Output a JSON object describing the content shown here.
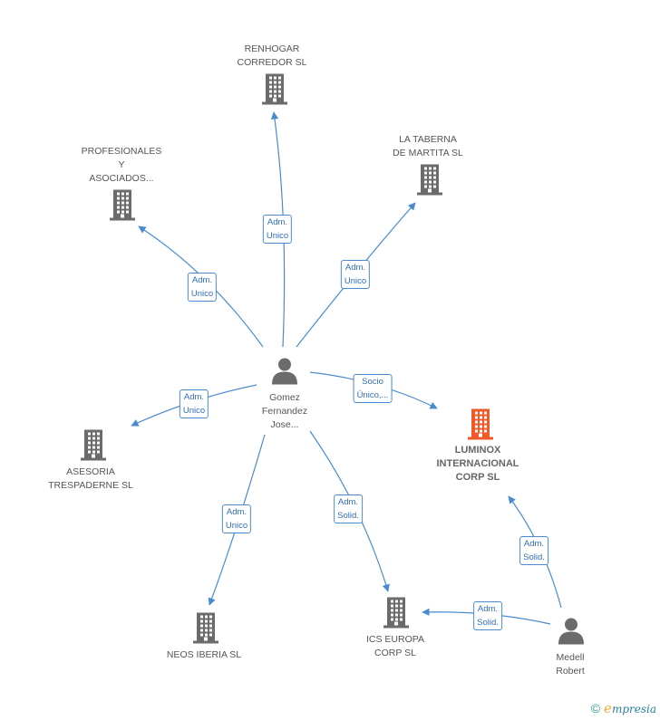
{
  "nodes": {
    "renhogar": {
      "lines": [
        "RENHOGAR",
        "CORREDOR SL"
      ]
    },
    "la_taberna": {
      "lines": [
        "LA TABERNA",
        "DE MARTITA SL"
      ]
    },
    "profesionales": {
      "lines": [
        "PROFESIONALES",
        "Y",
        "ASOCIADOS..."
      ]
    },
    "gomez": {
      "lines": [
        "Gomez",
        "Fernandez",
        "Jose..."
      ]
    },
    "luminox": {
      "lines": [
        "LUMINOX",
        "INTERNACIONAL",
        "CORP SL"
      ]
    },
    "asesoria": {
      "lines": [
        "ASESORIA",
        "TRESPADERNE SL"
      ]
    },
    "neos": {
      "lines": [
        "NEOS IBERIA SL"
      ]
    },
    "ics": {
      "lines": [
        "ICS EUROPA",
        "CORP  SL"
      ]
    },
    "medell": {
      "lines": [
        "Medell",
        "Robert"
      ]
    }
  },
  "edges": {
    "gomez_renhogar": [
      "Adm.",
      "Unico"
    ],
    "gomez_taberna": [
      "Adm.",
      "Unico"
    ],
    "gomez_profesionales": [
      "Adm.",
      "Unico"
    ],
    "gomez_luminox": [
      "Socio",
      "Único,..."
    ],
    "gomez_asesoria": [
      "Adm.",
      "Unico"
    ],
    "gomez_neos": [
      "Adm.",
      "Unico"
    ],
    "gomez_ics": [
      "Adm.",
      "Solid."
    ],
    "medell_luminox": [
      "Adm.",
      "Solid."
    ],
    "medell_ics": [
      "Adm.",
      "Solid."
    ]
  },
  "colors": {
    "edge": "#4a8bd0",
    "company": "#6b6b6b",
    "company_highlight": "#f05a28",
    "person": "#6b6b6b"
  },
  "icons": {
    "company": "building-icon",
    "person": "person-icon"
  },
  "brand": {
    "copyright": "©",
    "e": "e",
    "name": "mpresia"
  }
}
